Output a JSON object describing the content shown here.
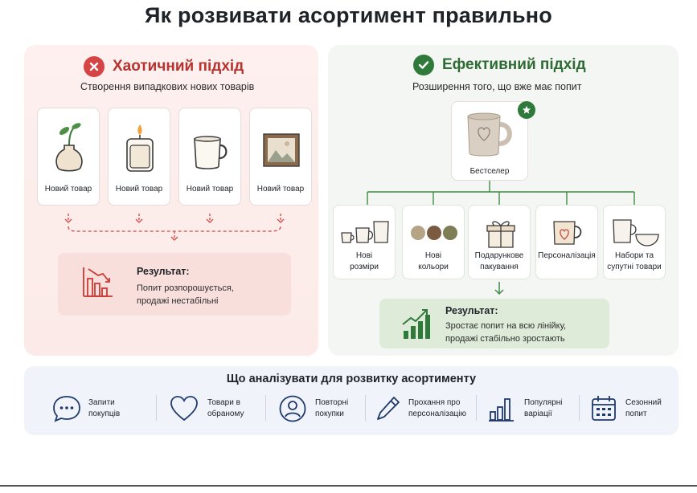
{
  "title": "Як розвивати асортимент правильно",
  "chaotic": {
    "header": "Хаотичний підхід",
    "subtitle": "Створення випадкових нових товарів",
    "cards": [
      {
        "label": "Новий товар",
        "icon": "vase-icon"
      },
      {
        "label": "Новий товар",
        "icon": "candle-icon"
      },
      {
        "label": "Новий товар",
        "icon": "mug-icon"
      },
      {
        "label": "Новий товар",
        "icon": "picture-icon"
      }
    ],
    "result_title": "Результат:",
    "result_text_1": "Попит розпорошується,",
    "result_text_2": "продажі нестабільні",
    "accent": "#b6332f"
  },
  "effective": {
    "header": "Ефективний підхід",
    "subtitle": "Розширення того, що вже має попит",
    "bestseller": "Бестселер",
    "cards": [
      {
        "label_1": "Нові",
        "label_2": "розміри",
        "icon": "mug-sizes-icon"
      },
      {
        "label_1": "Нові",
        "label_2": "кольори",
        "icon": "color-dots-icon"
      },
      {
        "label_1": "Подарункове",
        "label_2": "пакування",
        "icon": "gift-icon"
      },
      {
        "label_1": "Персоналізація",
        "label_2": "",
        "icon": "heart-mug-icon"
      },
      {
        "label_1": "Набори та",
        "label_2": "супутні товари",
        "icon": "mug-bowl-icon"
      }
    ],
    "result_title": "Результат:",
    "result_text_1": "Зростає попит на всю лінійку,",
    "result_text_2": "продажі стабільно зростають",
    "accent": "#2f6b34"
  },
  "analysis": {
    "title": "Що аналізувати для розвитку асортименту",
    "items": [
      {
        "line1": "Запити",
        "line2": "покупців",
        "icon": "chat-icon"
      },
      {
        "line1": "Товари в",
        "line2": "обраному",
        "icon": "heart-icon"
      },
      {
        "line1": "Повторні",
        "line2": "покупки",
        "icon": "user-icon"
      },
      {
        "line1": "Прохання про",
        "line2": "персоналізацію",
        "icon": "pencil-icon"
      },
      {
        "line1": "Популярні",
        "line2": "варіації",
        "icon": "bar-chart-icon"
      },
      {
        "line1": "Сезонний",
        "line2": "попит",
        "icon": "calendar-icon"
      }
    ]
  }
}
